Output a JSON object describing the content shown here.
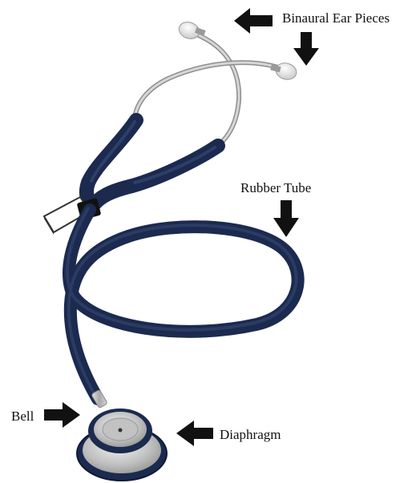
{
  "labels": {
    "ear_pieces": "Binaural Ear Pieces",
    "rubber_tube": "Rubber Tube",
    "bell": "Bell",
    "diaphragm": "Diaphragm"
  },
  "colors": {
    "tubing": "#1b2a4e",
    "metal": "#b8b8b8",
    "arrow": "#111111",
    "text": "#111111"
  }
}
